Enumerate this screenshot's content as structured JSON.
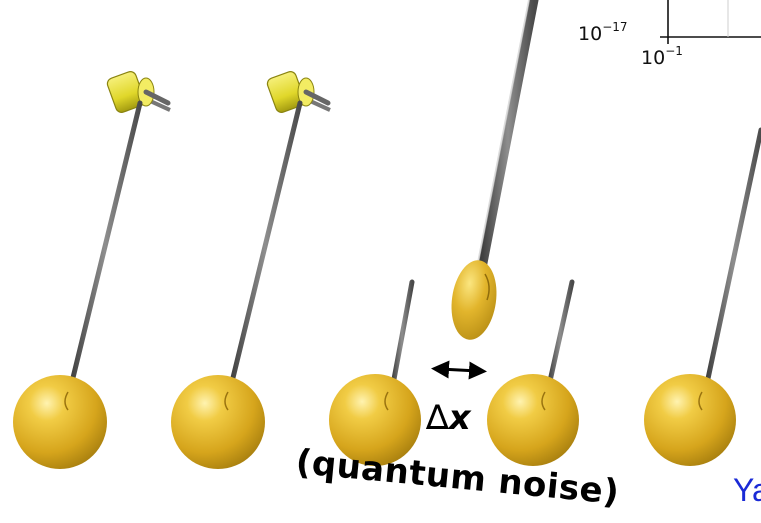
{
  "plot_fragment": {
    "y_tick": {
      "base": "10",
      "exponent": "−17"
    },
    "x_tick": {
      "base": "10",
      "exponent": "−1"
    }
  },
  "displacement": {
    "symbol": "∆",
    "variable": "x"
  },
  "caption": "(quantum noise)",
  "cut_text": "Ya",
  "colors": {
    "bob_gold": "#e3b623",
    "mirror_gold": "#d9b02a",
    "rod_gray": "#6b6b6b",
    "clamp_yellow": "#e8e23c",
    "link_blue": "#1a2ad6"
  }
}
